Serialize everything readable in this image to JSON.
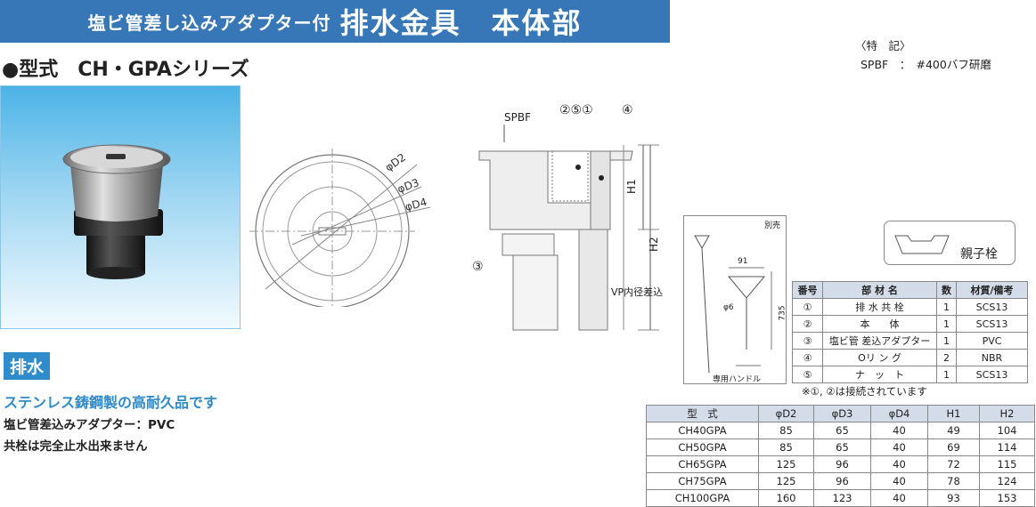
{
  "title": {
    "sub": "塩ビ管差し込みアダプター付",
    "main": "排水金具　本体部"
  },
  "series": "●型式　CH・GPAシリーズ",
  "spec_note": {
    "heading": "〈特　記〉",
    "line": "SPBF　：　#400バフ研磨"
  },
  "category_tag": "排水",
  "headline": "ステンレス鋳鋼製の高耐久品です",
  "body_lines": [
    "塩ビ管差込みアダプター：PVC",
    "共栓は完全止水出来ません"
  ],
  "plan_view": {
    "labels": [
      "φD2",
      "φD3",
      "φD4"
    ]
  },
  "section_view": {
    "spbf": "SPBF",
    "callouts": [
      "②⑤①",
      "④",
      "③"
    ],
    "h1": "H1",
    "h2": "H2",
    "vp": "VP内径差込"
  },
  "handle": {
    "note": "別売",
    "dim_width": "91",
    "dim_dia": "φ6",
    "dim_len": "735",
    "caption": "専用ハンドル"
  },
  "plug": {
    "label": "親子栓"
  },
  "parts_table": {
    "headers": [
      "番号",
      "部 材 名",
      "数",
      "材質/備考"
    ],
    "rows": [
      [
        "①",
        "排 水 共 栓",
        "1",
        "SCS13"
      ],
      [
        "②",
        "本　　体",
        "1",
        "SCS13"
      ],
      [
        "③",
        "塩ビ管 差込アダプター",
        "1",
        "PVC"
      ],
      [
        "④",
        "Oリ ン グ",
        "2",
        "NBR"
      ],
      [
        "⑤",
        "ナ　ッ　ト",
        "1",
        "SCS13"
      ]
    ],
    "note": "※①, ②は接続されています"
  },
  "dim_table": {
    "headers": [
      "型　式",
      "φD2",
      "φD3",
      "φD4",
      "H1",
      "H2"
    ],
    "rows": [
      [
        "CH40GPA",
        "85",
        "65",
        "40",
        "49",
        "104"
      ],
      [
        "CH50GPA",
        "85",
        "65",
        "40",
        "69",
        "114"
      ],
      [
        "CH65GPA",
        "125",
        "96",
        "40",
        "72",
        "115"
      ],
      [
        "CH75GPA",
        "125",
        "96",
        "40",
        "78",
        "124"
      ],
      [
        "CH100GPA",
        "160",
        "123",
        "40",
        "93",
        "153"
      ]
    ]
  },
  "colors": {
    "title_bg": "#3777b7",
    "accent": "#2f8bc9",
    "header_bg": "#d4dce9"
  }
}
